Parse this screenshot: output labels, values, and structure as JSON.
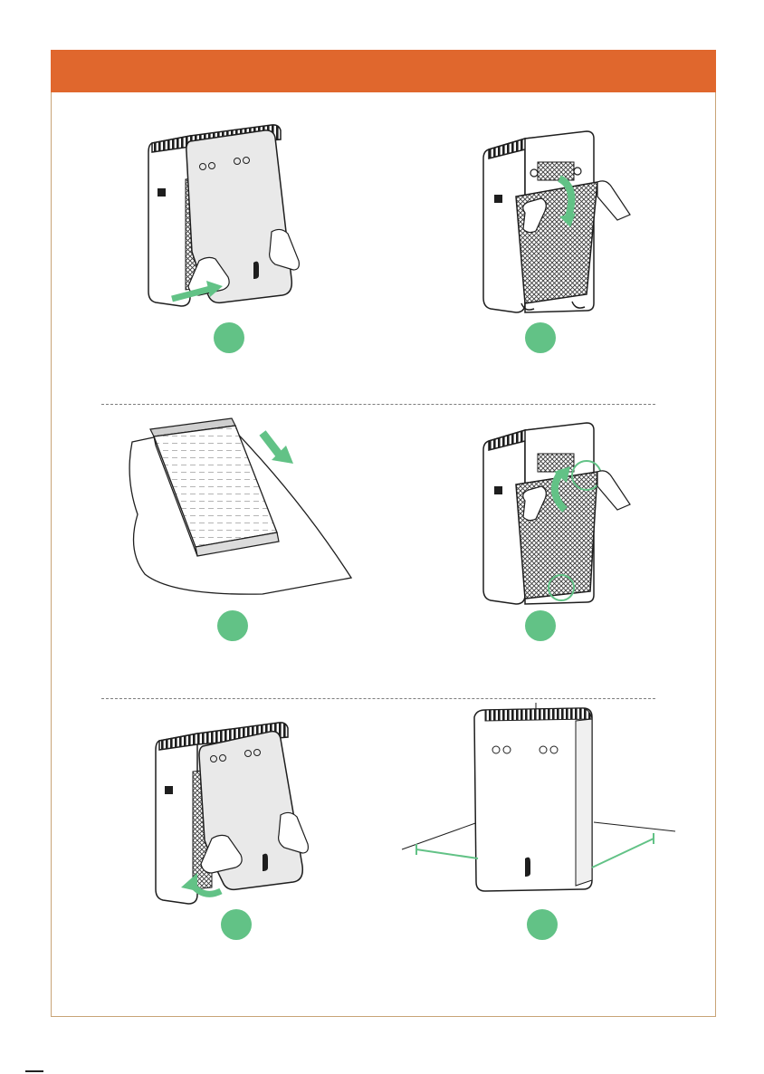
{
  "header": {
    "color": "#e0672d"
  },
  "colors": {
    "frame": "#c8a477",
    "accent": "#62c286",
    "line": "#1e1e1e",
    "panel": "#e9e9e9"
  },
  "steps": [
    {
      "icon": "remove-front-panel-illustration"
    },
    {
      "icon": "pull-out-old-filter-illustration"
    },
    {
      "icon": "unwrap-new-filter-illustration"
    },
    {
      "icon": "insert-new-filter-illustration"
    },
    {
      "icon": "reattach-front-panel-illustration"
    },
    {
      "icon": "place-purifier-with-clearance-illustration"
    }
  ]
}
